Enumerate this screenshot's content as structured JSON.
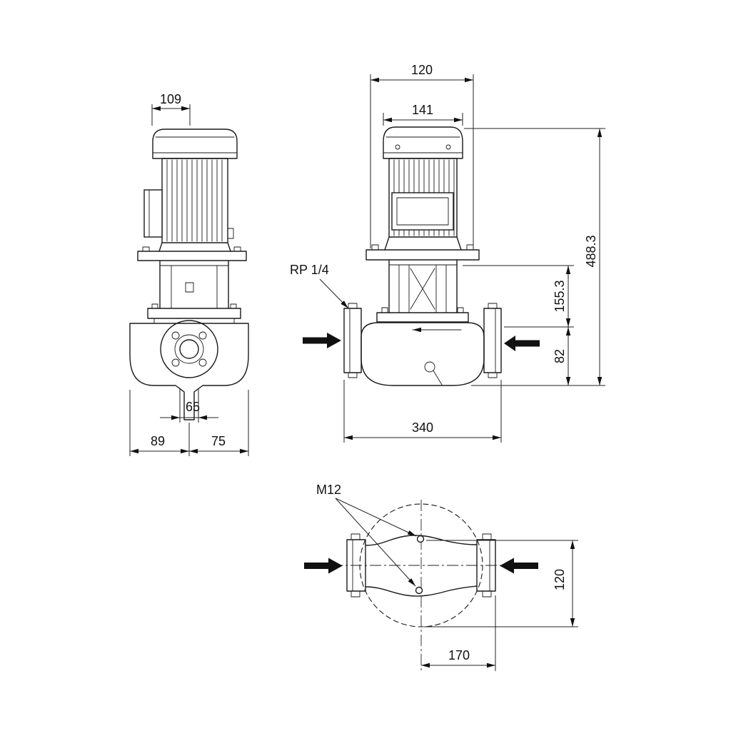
{
  "drawing": {
    "colors": {
      "line": "#1a1a1a",
      "background": "#ffffff"
    },
    "side_view": {
      "dims": {
        "motor_top_width": "109",
        "port_bore": "65",
        "center_to_left": "89",
        "center_to_right": "75"
      }
    },
    "front_view": {
      "labels": {
        "gauge_tapping": "RP 1/4"
      },
      "dims": {
        "base_width": "120",
        "motor_width": "141",
        "total_height": "488.3",
        "pump_head_height": "155.3",
        "port_center_height": "82",
        "port_to_port_length": "340"
      }
    },
    "plan_view": {
      "labels": {
        "tapped_holes": "M12"
      },
      "dims": {
        "hole_spacing": "120",
        "center_to_flange": "170"
      }
    }
  }
}
